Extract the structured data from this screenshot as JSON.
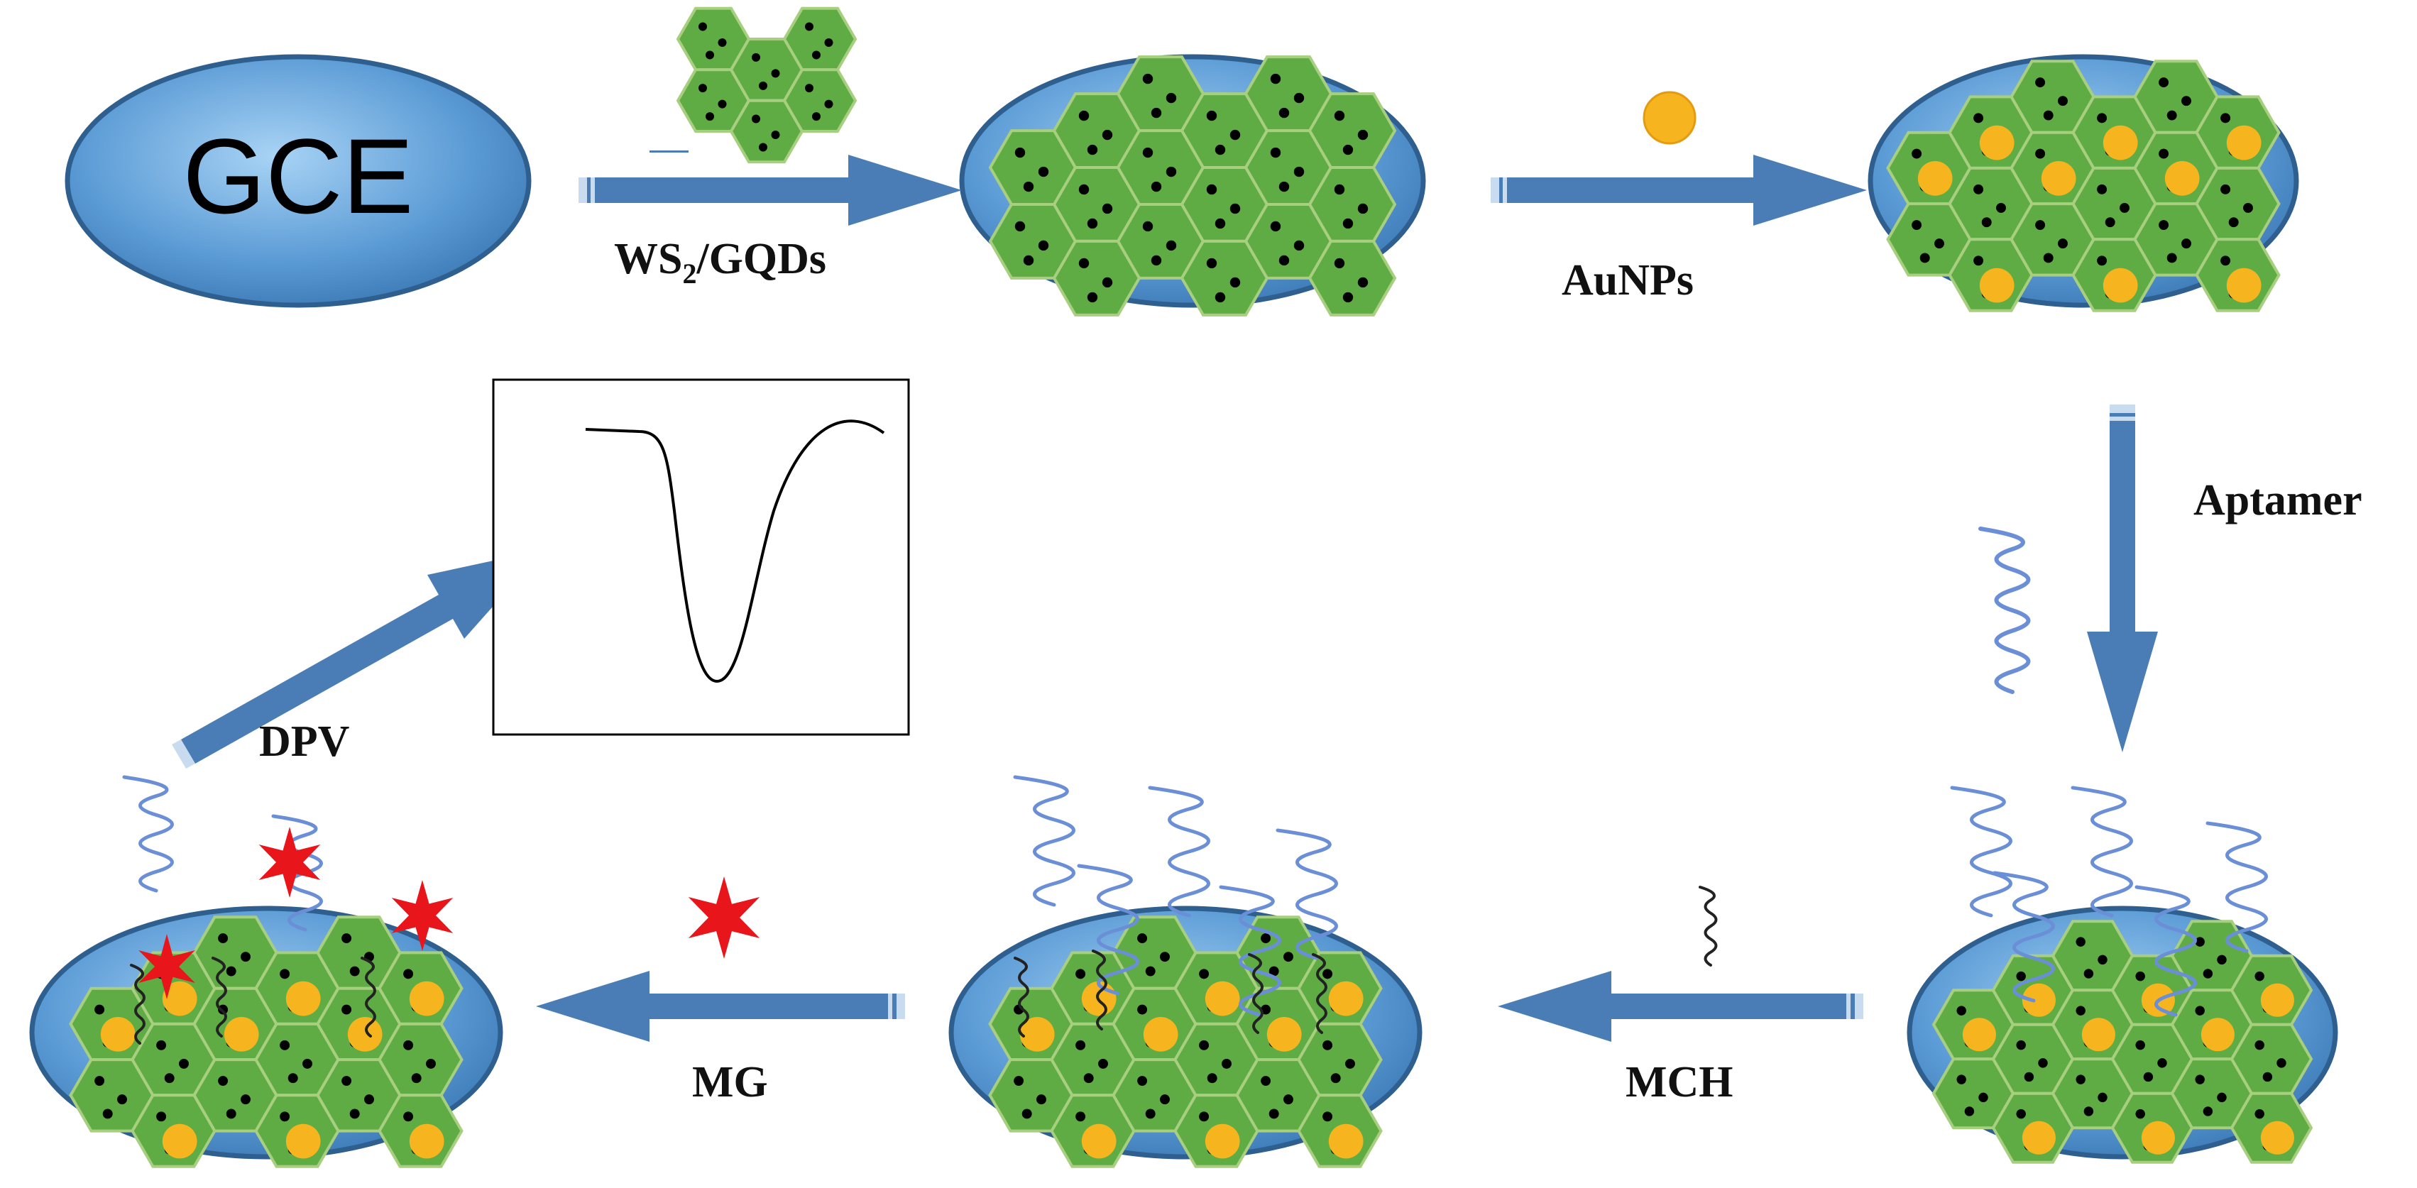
{
  "title_electrode": "GCE",
  "steps": [
    {
      "id": "ws2gqds",
      "label": "WS",
      "sub": "2",
      "rest": "/GQDs"
    },
    {
      "id": "aunps",
      "label": "AuNPs"
    },
    {
      "id": "aptamer",
      "label": "Aptamer"
    },
    {
      "id": "mch",
      "label": "MCH"
    },
    {
      "id": "mg",
      "label": "MG"
    },
    {
      "id": "dpv",
      "label": "DPV"
    }
  ],
  "colors": {
    "electrode": "#5b9bd5",
    "electrode_edge": "#2e5f8f",
    "hexagon": "#5fac45",
    "hexagon_edge": "#a7cf7f",
    "gold": "#f6b51e",
    "dot": "#000000",
    "arrow": "#4a7db5",
    "aptamer": "#6a8fd6",
    "star": "#e8151b"
  }
}
